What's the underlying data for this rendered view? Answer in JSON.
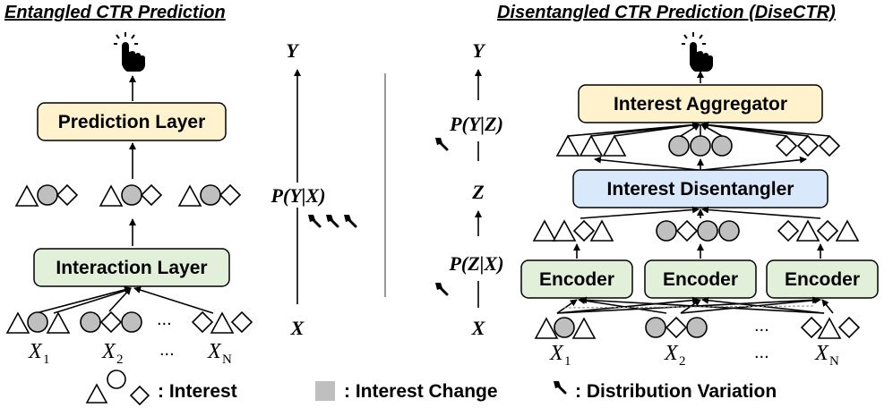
{
  "left": {
    "title": "Entangled CTR Prediction",
    "prediction_layer": "Prediction Layer",
    "interaction_layer": "Interaction Layer",
    "axis_top": "Y",
    "axis_bottom": "X",
    "axis_mid": "P(Y|X)",
    "inputs": [
      {
        "label": "X",
        "sub": "1"
      },
      {
        "label": "X",
        "sub": "2"
      },
      {
        "label": "X",
        "sub": "N"
      }
    ],
    "ellipsis": "..."
  },
  "right": {
    "title": "Disentangled CTR Prediction (DiseCTR)",
    "aggregator": "Interest Aggregator",
    "disentangler": "Interest Disentangler",
    "encoder": "Encoder",
    "axis_top": "Y",
    "axis_mid_z": "Z",
    "axis_bottom": "X",
    "axis_yz": "P(Y|Z)",
    "axis_zx": "P(Z|X)",
    "inputs": [
      {
        "label": "X",
        "sub": "1"
      },
      {
        "label": "X",
        "sub": "2"
      },
      {
        "label": "X",
        "sub": "N"
      }
    ],
    "ellipsis": "..."
  },
  "legend": {
    "interest": ": Interest",
    "interest_change": ": Interest Change",
    "distribution_variation": ": Distribution Variation"
  },
  "colors": {
    "yellow_box": "#fff2cc",
    "green_box": "#e2f0d9",
    "blue_box": "#dae8fc",
    "gray_fill": "#bfbfbf"
  }
}
